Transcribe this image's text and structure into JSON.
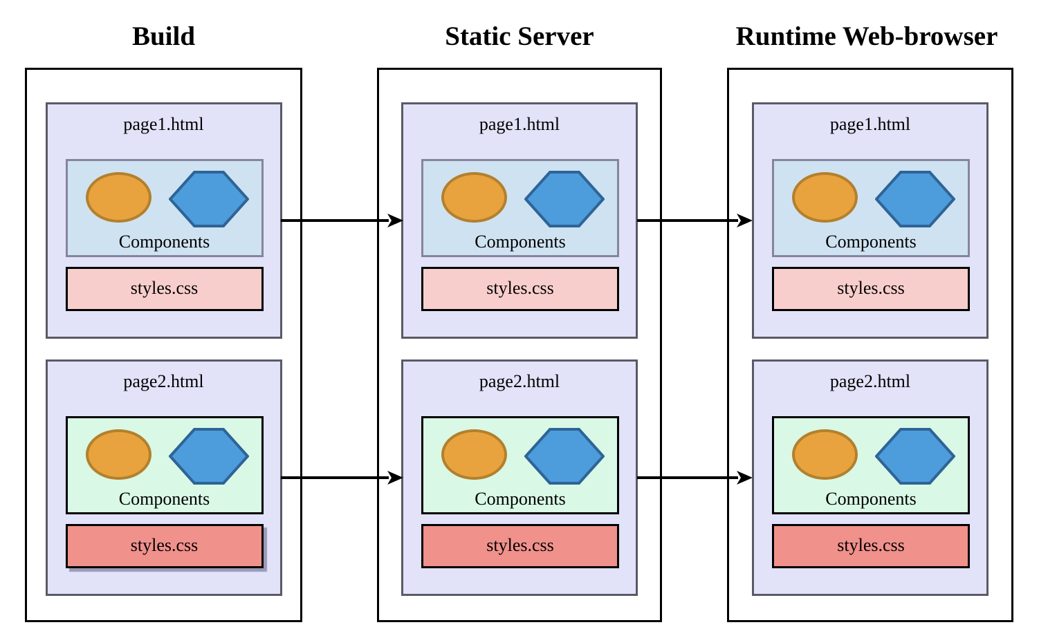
{
  "diagram": {
    "columns": [
      {
        "title": "Build",
        "pages": [
          {
            "title": "page1.html",
            "components_label": "Components",
            "styles_label": "styles.css"
          },
          {
            "title": "page2.html",
            "components_label": "Components",
            "styles_label": "styles.css"
          }
        ]
      },
      {
        "title": "Static Server",
        "pages": [
          {
            "title": "page1.html",
            "components_label": "Components",
            "styles_label": "styles.css"
          },
          {
            "title": "page2.html",
            "components_label": "Components",
            "styles_label": "styles.css"
          }
        ]
      },
      {
        "title": "Runtime Web-browser",
        "pages": [
          {
            "title": "page1.html",
            "components_label": "Components",
            "styles_label": "styles.css"
          },
          {
            "title": "page2.html",
            "components_label": "Components",
            "styles_label": "styles.css"
          }
        ]
      }
    ],
    "arrows": [
      {
        "from": "Build / page1.html",
        "to": "Static Server / page1.html"
      },
      {
        "from": "Static Server / page1.html",
        "to": "Runtime Web-browser / page1.html"
      },
      {
        "from": "Build / page2.html",
        "to": "Static Server / page2.html"
      },
      {
        "from": "Static Server / page2.html",
        "to": "Runtime Web-browser / page2.html"
      }
    ],
    "shapes": [
      "ellipse",
      "hexagon"
    ],
    "colors": {
      "page_card_fill": "#e2e2f9",
      "page_card_border": "#5a5a66",
      "components_page1_fill": "#cfe2f1",
      "components_page1_border": "#8585a0",
      "components_page2_fill": "#d9f8e6",
      "components_page2_border": "#000000",
      "styles_page1_fill": "#f8cecc",
      "styles_page2_fill": "#f0918c",
      "box_border": "#000000",
      "ellipse_fill": "#e8a33e",
      "ellipse_stroke": "#b3802d",
      "hexagon_fill": "#4d9cdb",
      "hexagon_stroke": "#2e6496",
      "container_border": "#000000",
      "arrow": "#000000",
      "shadow": "#9a9ab8"
    }
  }
}
